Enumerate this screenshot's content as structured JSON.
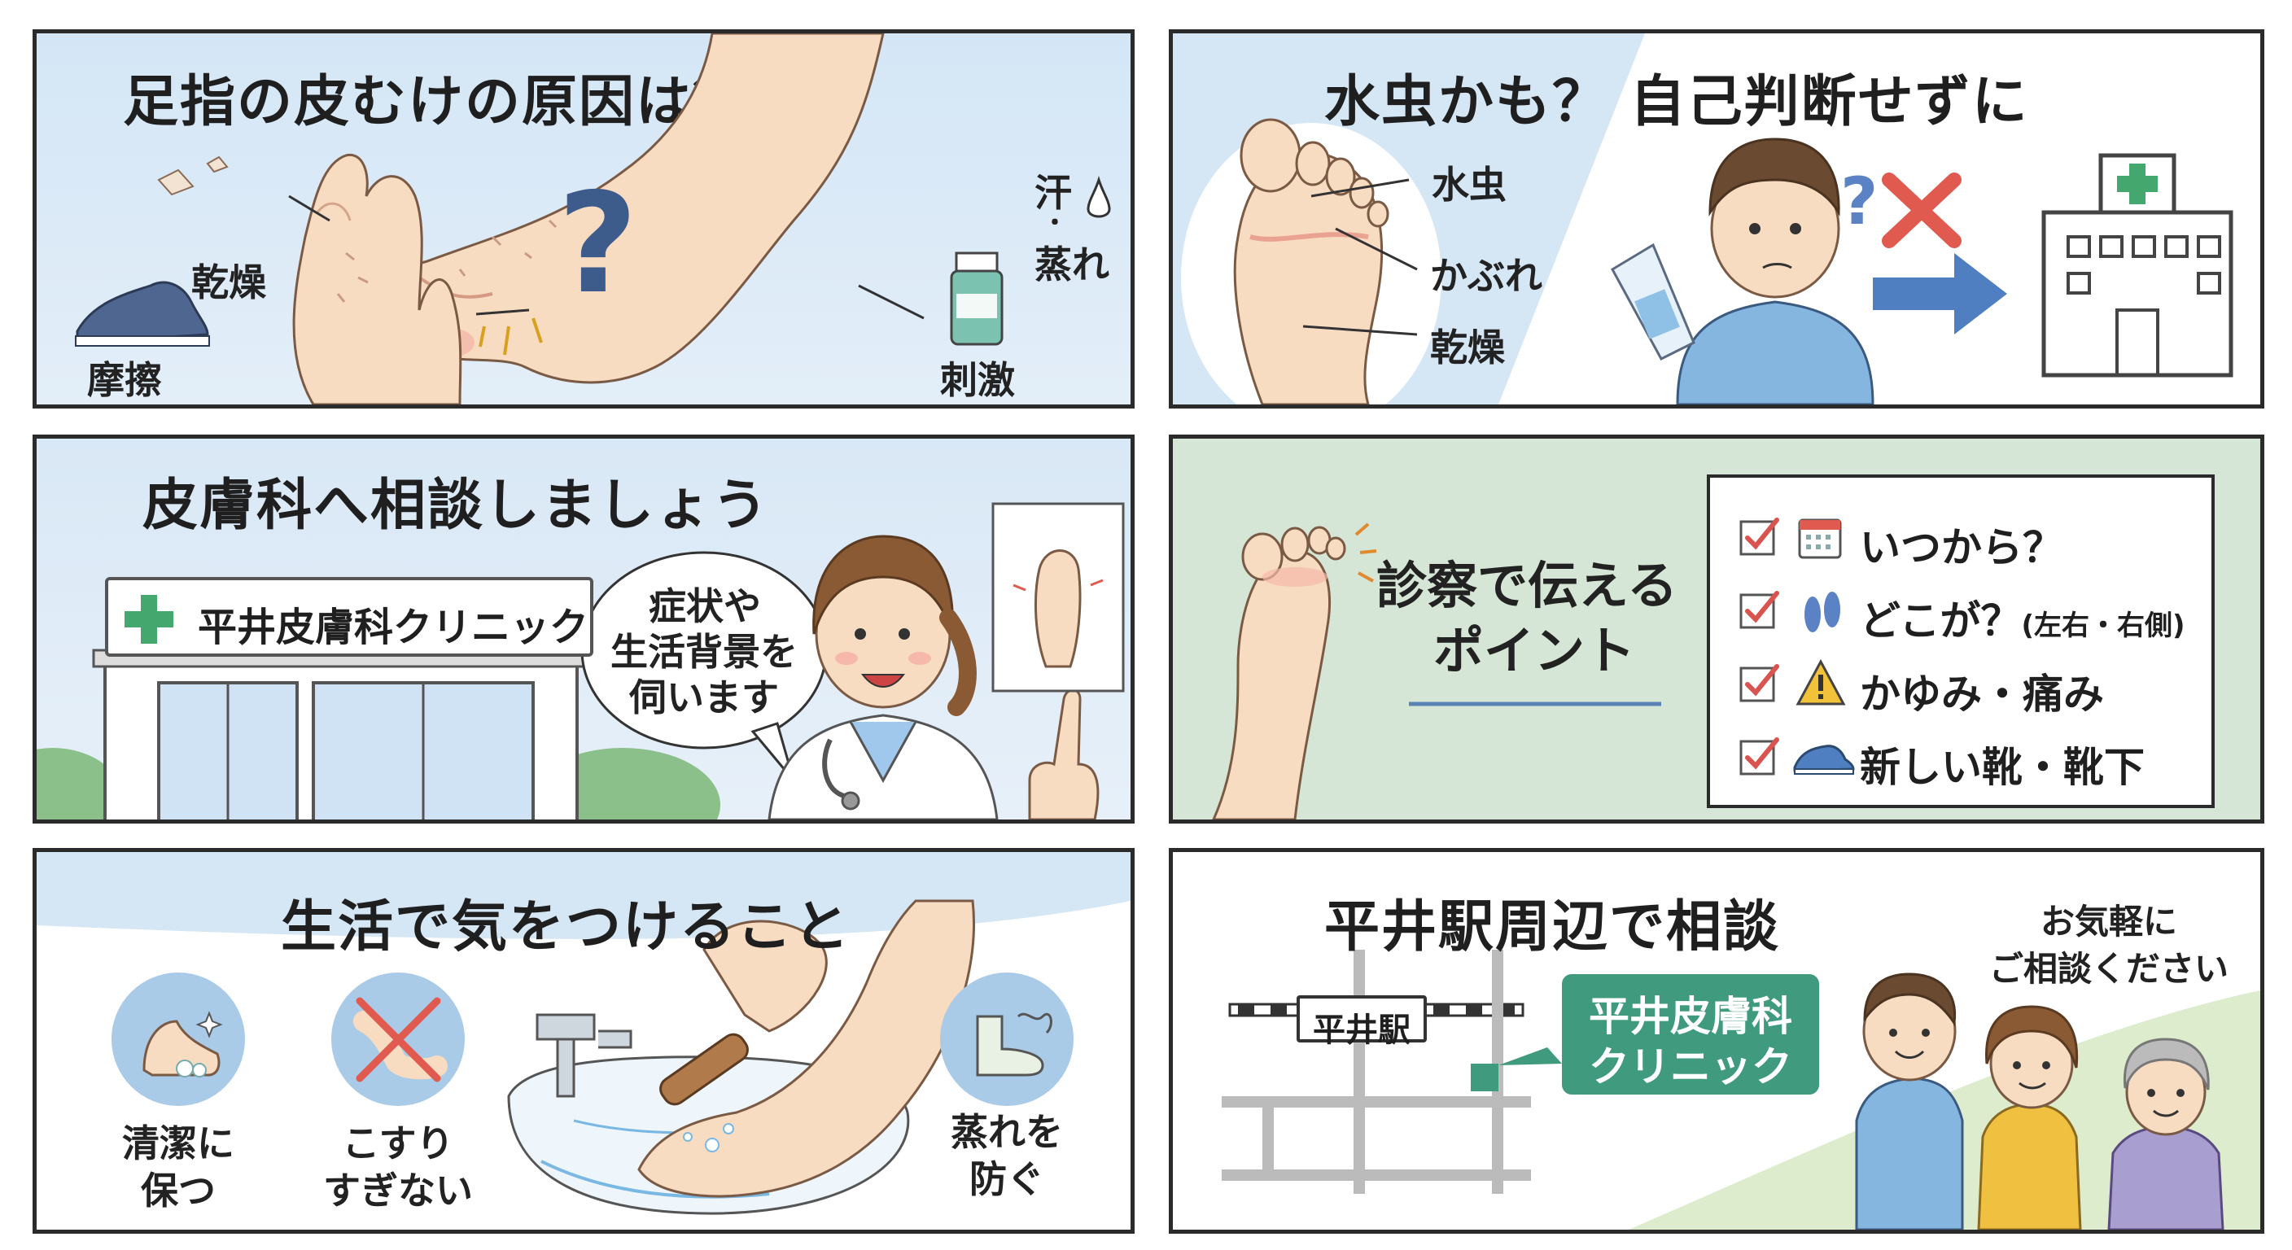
{
  "panel1": {
    "title": "足指の皮むけの原因は？",
    "labels": {
      "dry": "乾燥",
      "friction": "摩擦",
      "sweat": "汗",
      "dot": "・",
      "steam": "蒸れ",
      "irritation": "刺激"
    },
    "question_mark": "?"
  },
  "panel2": {
    "title": "水虫かも？ 自己判断せずに",
    "labels": {
      "athletes_foot": "水虫",
      "rash": "かぶれ",
      "dry": "乾燥"
    },
    "question_mark": "?"
  },
  "panel3": {
    "title": "皮膚科へ相談しましょう",
    "clinic_sign": "平井皮膚科クリニック",
    "speech": {
      "line1": "症状や",
      "line2": "生活背景を",
      "line3": "伺います"
    }
  },
  "panel4": {
    "heading": {
      "line1": "診察で伝える",
      "line2": "ポイント"
    },
    "checklist": [
      {
        "text": "いつから？",
        "extra": "",
        "icon": "calendar-icon"
      },
      {
        "text": "どこが？",
        "extra": "(左右・右側)",
        "icon": "footprints-icon"
      },
      {
        "text": "かゆみ・痛み",
        "extra": "",
        "icon": "warning-icon"
      },
      {
        "text": "新しい靴・靴下",
        "extra": "",
        "icon": "shoe-icon"
      }
    ]
  },
  "panel5": {
    "title": "生活で気をつけること",
    "tips": [
      {
        "line1": "清潔に",
        "line2": "保つ"
      },
      {
        "line1": "こすり",
        "line2": "すぎない"
      },
      {
        "line1": "蒸れを",
        "line2": "防ぐ"
      }
    ]
  },
  "panel6": {
    "title": "平井駅周辺で相談",
    "station": "平井駅",
    "clinic": {
      "line1": "平井皮膚科",
      "line2": "クリニック"
    },
    "message": {
      "line1": "お気軽に",
      "line2": "ご相談ください"
    }
  },
  "colors": {
    "panel_blue": "#d4e6f6",
    "panel_green": "#d6e6d6",
    "accent_green": "#3f9a7e",
    "check_red": "#d9534f",
    "arrow_blue": "#4f7fc0",
    "cross_green": "#44a86e",
    "border": "#2b2b2b"
  }
}
